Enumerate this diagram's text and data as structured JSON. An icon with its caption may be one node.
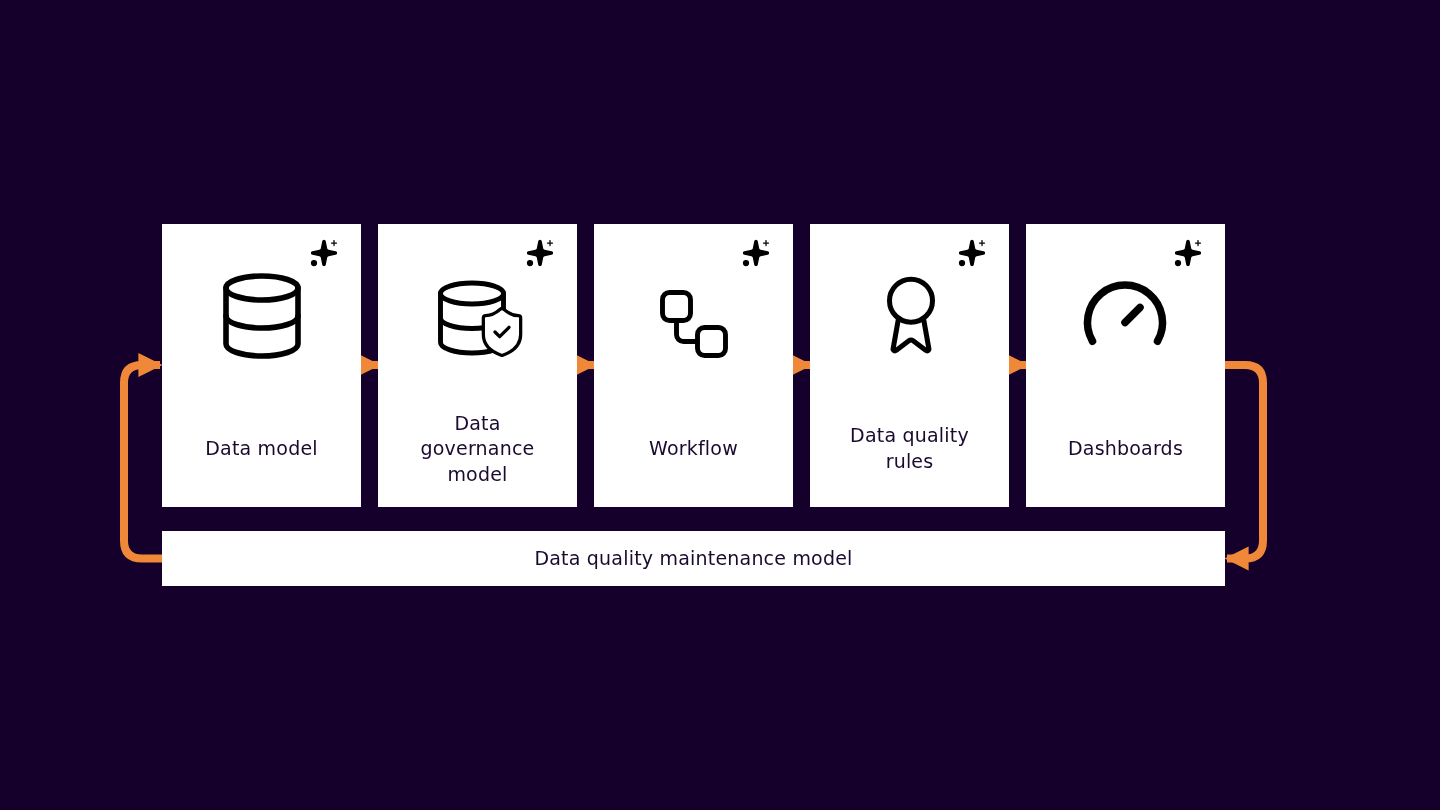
{
  "diagram": {
    "nodes": [
      {
        "text": [
          "Data model"
        ]
      },
      {
        "text": [
          "Data governance model"
        ]
      },
      {
        "text": [
          "Workflow"
        ]
      },
      {
        "text": [
          "Data quality rules"
        ]
      },
      {
        "text": [
          "Dashboards"
        ]
      },
      {
        "text": [
          "Data quality maintenance model"
        ]
      }
    ],
    "edges": [
      {
        "from": 0,
        "to": 1,
        "arrow": "to"
      },
      {
        "from": 1,
        "to": 2,
        "arrow": "to"
      },
      {
        "from": 2,
        "to": 3,
        "arrow": "to"
      },
      {
        "from": 3,
        "to": 4,
        "arrow": "to"
      },
      {
        "from": 4,
        "to": 5,
        "arrow": "to"
      },
      {
        "from": 5,
        "to": 0,
        "arrow": "to"
      }
    ]
  }
}
